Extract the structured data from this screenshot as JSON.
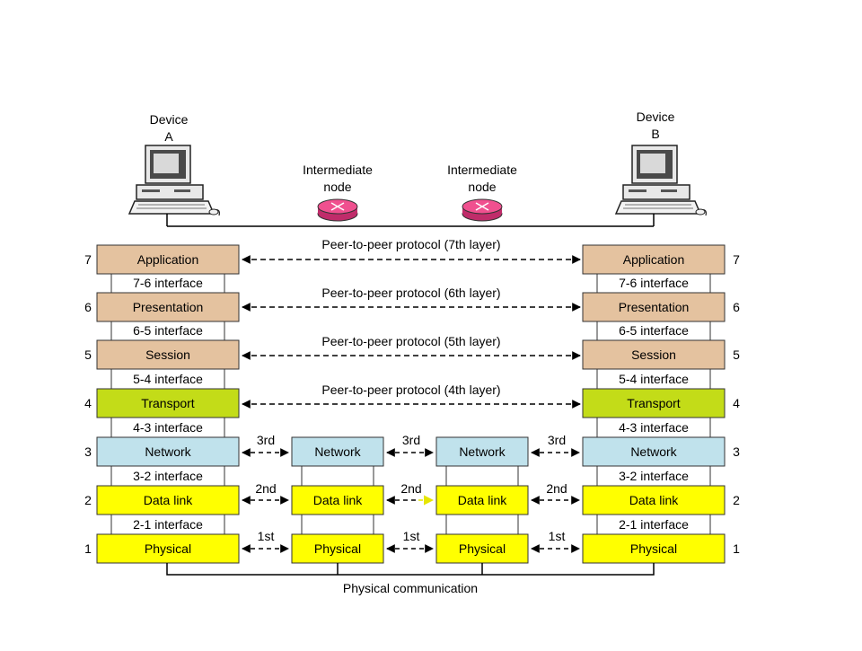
{
  "devices": {
    "a": {
      "label_line1": "Device",
      "label_line2": "A",
      "icon": "desktop-computer-icon"
    },
    "b": {
      "label_line1": "Device",
      "label_line2": "B",
      "icon": "desktop-computer-icon"
    }
  },
  "intermediate_nodes": [
    {
      "label_line1": "Intermediate",
      "label_line2": "node",
      "icon": "router-icon",
      "color": "#f0508f"
    },
    {
      "label_line1": "Intermediate",
      "label_line2": "node",
      "icon": "router-icon",
      "color": "#f0508f"
    }
  ],
  "layers": [
    {
      "number": "7",
      "name": "Application"
    },
    {
      "number": "6",
      "name": "Presentation"
    },
    {
      "number": "5",
      "name": "Session"
    },
    {
      "number": "4",
      "name": "Transport"
    },
    {
      "number": "3",
      "name": "Network"
    },
    {
      "number": "2",
      "name": "Data link"
    },
    {
      "number": "1",
      "name": "Physical"
    }
  ],
  "interfaces": [
    "7-6 interface",
    "6-5 interface",
    "5-4 interface",
    "4-3 interface",
    "3-2 interface",
    "2-1 interface"
  ],
  "peer_protocols": [
    "Peer-to-peer protocol (7th layer)",
    "Peer-to-peer protocol (6th layer)",
    "Peer-to-peer protocol (5th layer)",
    "Peer-to-peer protocol (4th layer)"
  ],
  "hop_labels": {
    "network": "3rd",
    "data_link": "2nd",
    "physical": "1st"
  },
  "bottom_label": "Physical communication",
  "colors": {
    "upper_layers": "#e4c29f",
    "transport": "#c3dc18",
    "network": "#c0e2ec",
    "lower_layers": "#ffff00",
    "node_accent": "#f0508f",
    "highlight_arrow": "#e6e600"
  }
}
